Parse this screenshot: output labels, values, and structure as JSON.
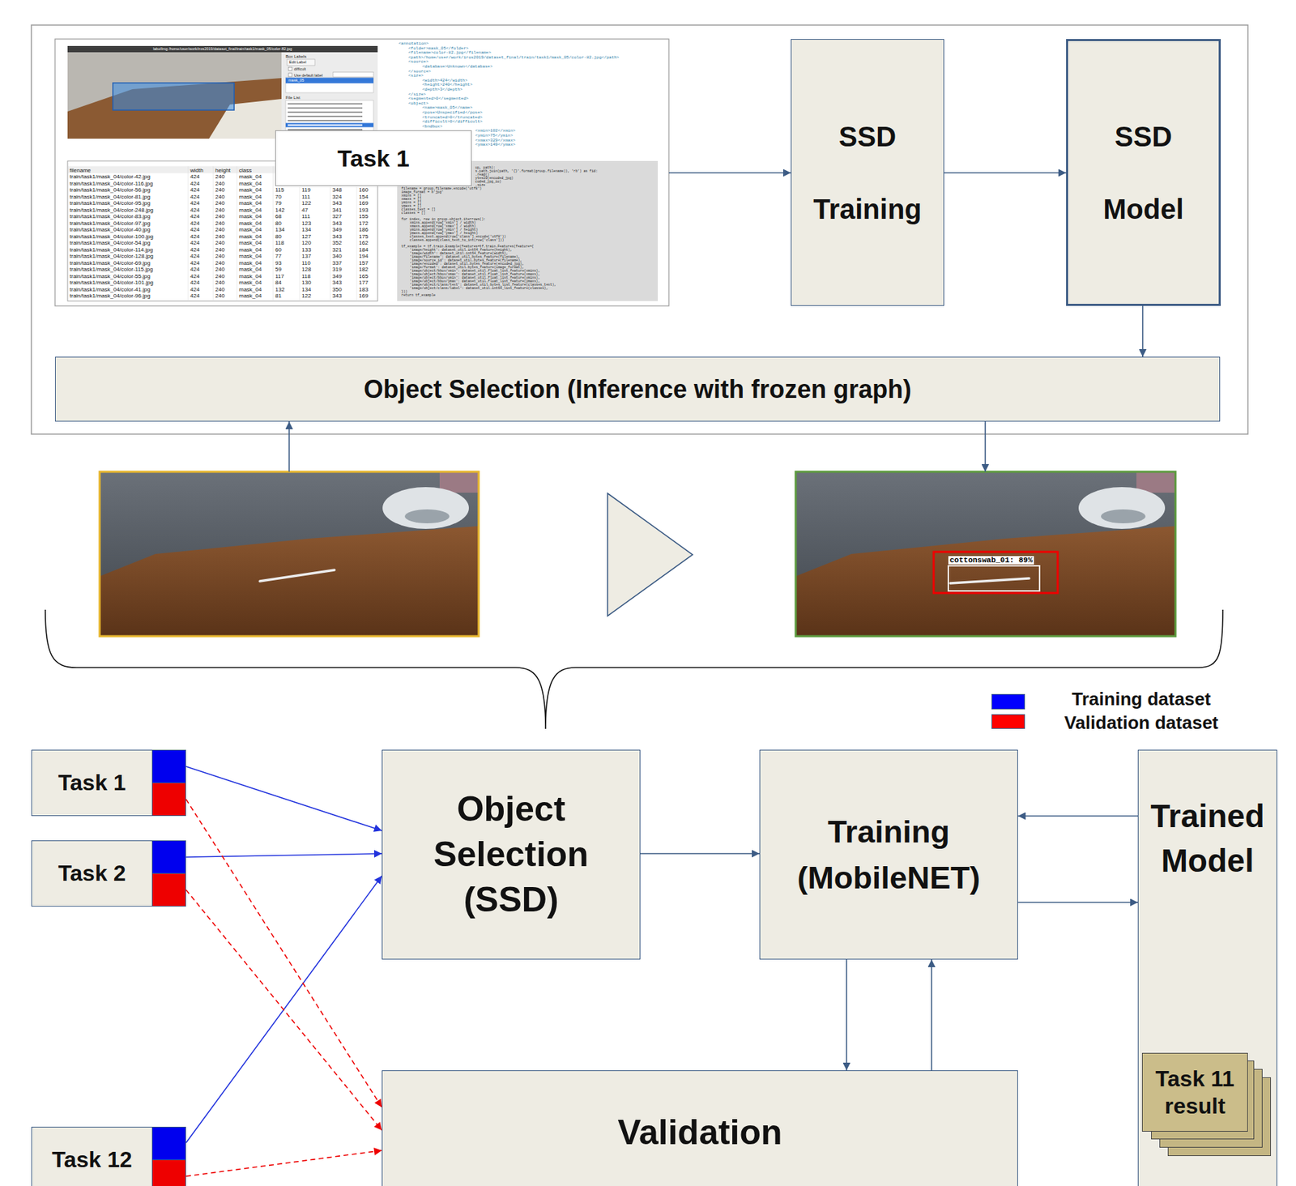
{
  "diagram": {
    "nodes": [
      {
        "text": [
          "Task 1"
        ]
      },
      {
        "text": [
          "SSD Training"
        ]
      },
      {
        "text": [
          "SSD Model"
        ]
      },
      {
        "text": [
          "Object Selection (Inference with frozen graph)"
        ]
      },
      {
        "text": [
          "Task 1"
        ]
      },
      {
        "text": [
          "Task 2"
        ]
      },
      {
        "text": [
          "Task 12"
        ]
      },
      {
        "text": [
          "Object Selection (SSD)"
        ]
      },
      {
        "text": [
          "Training (MobileNET)"
        ]
      },
      {
        "text": [
          "Validation"
        ]
      },
      {
        "text": [
          "Trained Model"
        ]
      },
      {
        "text": [
          "Task 11 result"
        ],
        "in": 10
      }
    ],
    "edges": [
      {
        "from": 1,
        "to": 2,
        "arrow": "to"
      },
      {
        "from": 2,
        "to": 3,
        "arrow": "to"
      },
      {
        "from": 4,
        "to": 7,
        "arrow": "to"
      },
      {
        "from": 5,
        "to": 7,
        "arrow": "to"
      },
      {
        "from": 6,
        "to": 7,
        "arrow": "to"
      },
      {
        "from": 4,
        "to": 9,
        "arrow": "to"
      },
      {
        "from": 5,
        "to": 9,
        "arrow": "to"
      },
      {
        "from": 6,
        "to": 9,
        "arrow": "to"
      },
      {
        "from": 7,
        "to": 8,
        "arrow": "to"
      },
      {
        "from": 8,
        "to": 9,
        "arrow": "to"
      },
      {
        "from": 9,
        "to": 8,
        "arrow": "to"
      },
      {
        "from": 10,
        "to": 8,
        "arrow": "to"
      },
      {
        "from": 8,
        "to": 10,
        "arrow": "to"
      }
    ],
    "labels": [
      "labelImg /home/user/work/iros2019/dataset_final/train/task1/mask_05/color-82.jpg",
      "Box Labels",
      "Edit Label",
      "difficult",
      "Use default label",
      "mask_05",
      "File List",
      "filename",
      "width",
      "height",
      "class",
      "train/task1/mask_04/color-42.jpg",
      "424",
      "240",
      "mask_04",
      "train/task1/mask_04/color-116.jpg",
      "424",
      "240",
      "mask_04",
      "train/task1/mask_04/color-56.jpg",
      "424",
      "240",
      "mask_04",
      "115",
      "119",
      "348",
      "160",
      "train/task1/mask_04/color-81.jpg",
      "424",
      "240",
      "mask_04",
      "70",
      "111",
      "324",
      "154",
      "train/task1/mask_04/color-95.jpg",
      "424",
      "240",
      "mask_04",
      "79",
      "122",
      "343",
      "169",
      "train/task1/mask_04/color-248.jpg",
      "424",
      "240",
      "mask_04",
      "142",
      "47",
      "341",
      "193",
      "train/task1/mask_04/color-83.jpg",
      "424",
      "240",
      "mask_04",
      "68",
      "111",
      "327",
      "155",
      "train/task1/mask_04/color-97.jpg",
      "424",
      "240",
      "mask_04",
      "80",
      "123",
      "343",
      "172",
      "train/task1/mask_04/color-40.jpg",
      "424",
      "240",
      "mask_04",
      "134",
      "134",
      "349",
      "186",
      "train/task1/mask_04/color-100.jpg",
      "424",
      "240",
      "mask_04",
      "80",
      "127",
      "343",
      "175",
      "train/task1/mask_04/color-54.jpg",
      "424",
      "240",
      "mask_04",
      "118",
      "120",
      "352",
      "162",
      "train/task1/mask_04/color-114.jpg",
      "424",
      "240",
      "mask_04",
      "60",
      "133",
      "321",
      "184",
      "train/task1/mask_04/color-128.jpg",
      "424",
      "240",
      "mask_04",
      "77",
      "137",
      "340",
      "194",
      "train/task1/mask_04/color-69.jpg",
      "424",
      "240",
      "mask_04",
      "93",
      "110",
      "337",
      "157",
      "train/task1/mask_04/color-115.jpg",
      "424",
      "240",
      "mask_04",
      "59",
      "128",
      "319",
      "182",
      "train/task1/mask_04/color-55.jpg",
      "424",
      "240",
      "mask_04",
      "117",
      "118",
      "349",
      "165",
      "train/task1/mask_04/color-101.jpg",
      "424",
      "240",
      "mask_04",
      "84",
      "130",
      "343",
      "177",
      "train/task1/mask_04/color-41.jpg",
      "424",
      "240",
      "mask_04",
      "132",
      "134",
      "350",
      "183",
      "train/task1/mask_04/color-96.jpg",
      "424",
      "240",
      "mask_04",
      "81",
      "122",
      "343",
      "169",
      "<annotation>",
      "<folder>mask_05</folder>",
      "<filename>color-82.jpg</filename>",
      "<path>/home/user/work/iros2019/dataset_final/train/task1/mask_05/color-82.jpg</path>",
      "<source>",
      "<database>Unknown</database>",
      "</source>",
      "<size>",
      "<width>424</width>",
      "<height>240</height>",
      "<depth>3</depth>",
      "</size>",
      "<segmented>0</segmented>",
      "<object>",
      "<name>mask_05</name>",
      "<pose>Unspecified</pose>",
      "<truncated>0</truncated>",
      "<difficult>0</difficult>",
      "<bndbox>",
      "<xmin>102</xmin>",
      "<ymin>75</ymin>",
      "<xmax>329</xmax>",
      "<ymax>149</ymax>",
      "up, path):",
      "s.path.join(path, '{}'.format(group.filename)), 'rb') as fid:",
      ".read()",
      "ytesIO(encoded_jpg)",
      "coded_jpg_io)",
      ".size",
      "filename = group.filename.encode('utf8')",
      "image_format = b'jpg'",
      "xmins = []",
      "xmaxs = []",
      "ymins = []",
      "ymaxs = []",
      "classes_text = []",
      "classes = []",
      "for index, row in group.object.iterrows():",
      "xmins.append(row['xmin'] / width)",
      "xmaxs.append(row['xmax'] / width)",
      "ymins.append(row['ymin'] / height)",
      "ymaxs.append(row['ymax'] / height)",
      "classes_text.append(row['class'].encode('utf8'))",
      "classes.append(class_text_to_int(row['class']))",
      "tf_example = tf.train.Example(features=tf.train.Features(feature={",
      "'image/height': dataset_util.int64_feature(height),",
      "'image/width': dataset_util.int64_feature(width),",
      "'image/filename': dataset_util.bytes_feature(filename),",
      "'image/source_id': dataset_util.bytes_feature(filename),",
      "'image/encoded': dataset_util.bytes_feature(encoded_jpg),",
      "'image/format': dataset_util.bytes_feature(image_format),",
      "'image/object/bbox/xmin': dataset_util.float_list_feature(xmins),",
      "'image/object/bbox/xmax': dataset_util.float_list_feature(xmaxs),",
      "'image/object/bbox/ymin': dataset_util.float_list_feature(ymins),",
      "'image/object/bbox/ymax': dataset_util.float_list_feature(ymaxs),",
      "'image/object/class/text': dataset_util.bytes_list_feature(classes_text),",
      "'image/object/class/label': dataset_util.int64_list_feature(classes),",
      "}))",
      "return tf_example",
      "cottonswab_01: 89%"
    ],
    "legend": [
      {
        "text": "Training dataset",
        "color": "#0000ff"
      },
      {
        "text": "Validation dataset",
        "color": "#ff0000"
      }
    ]
  }
}
